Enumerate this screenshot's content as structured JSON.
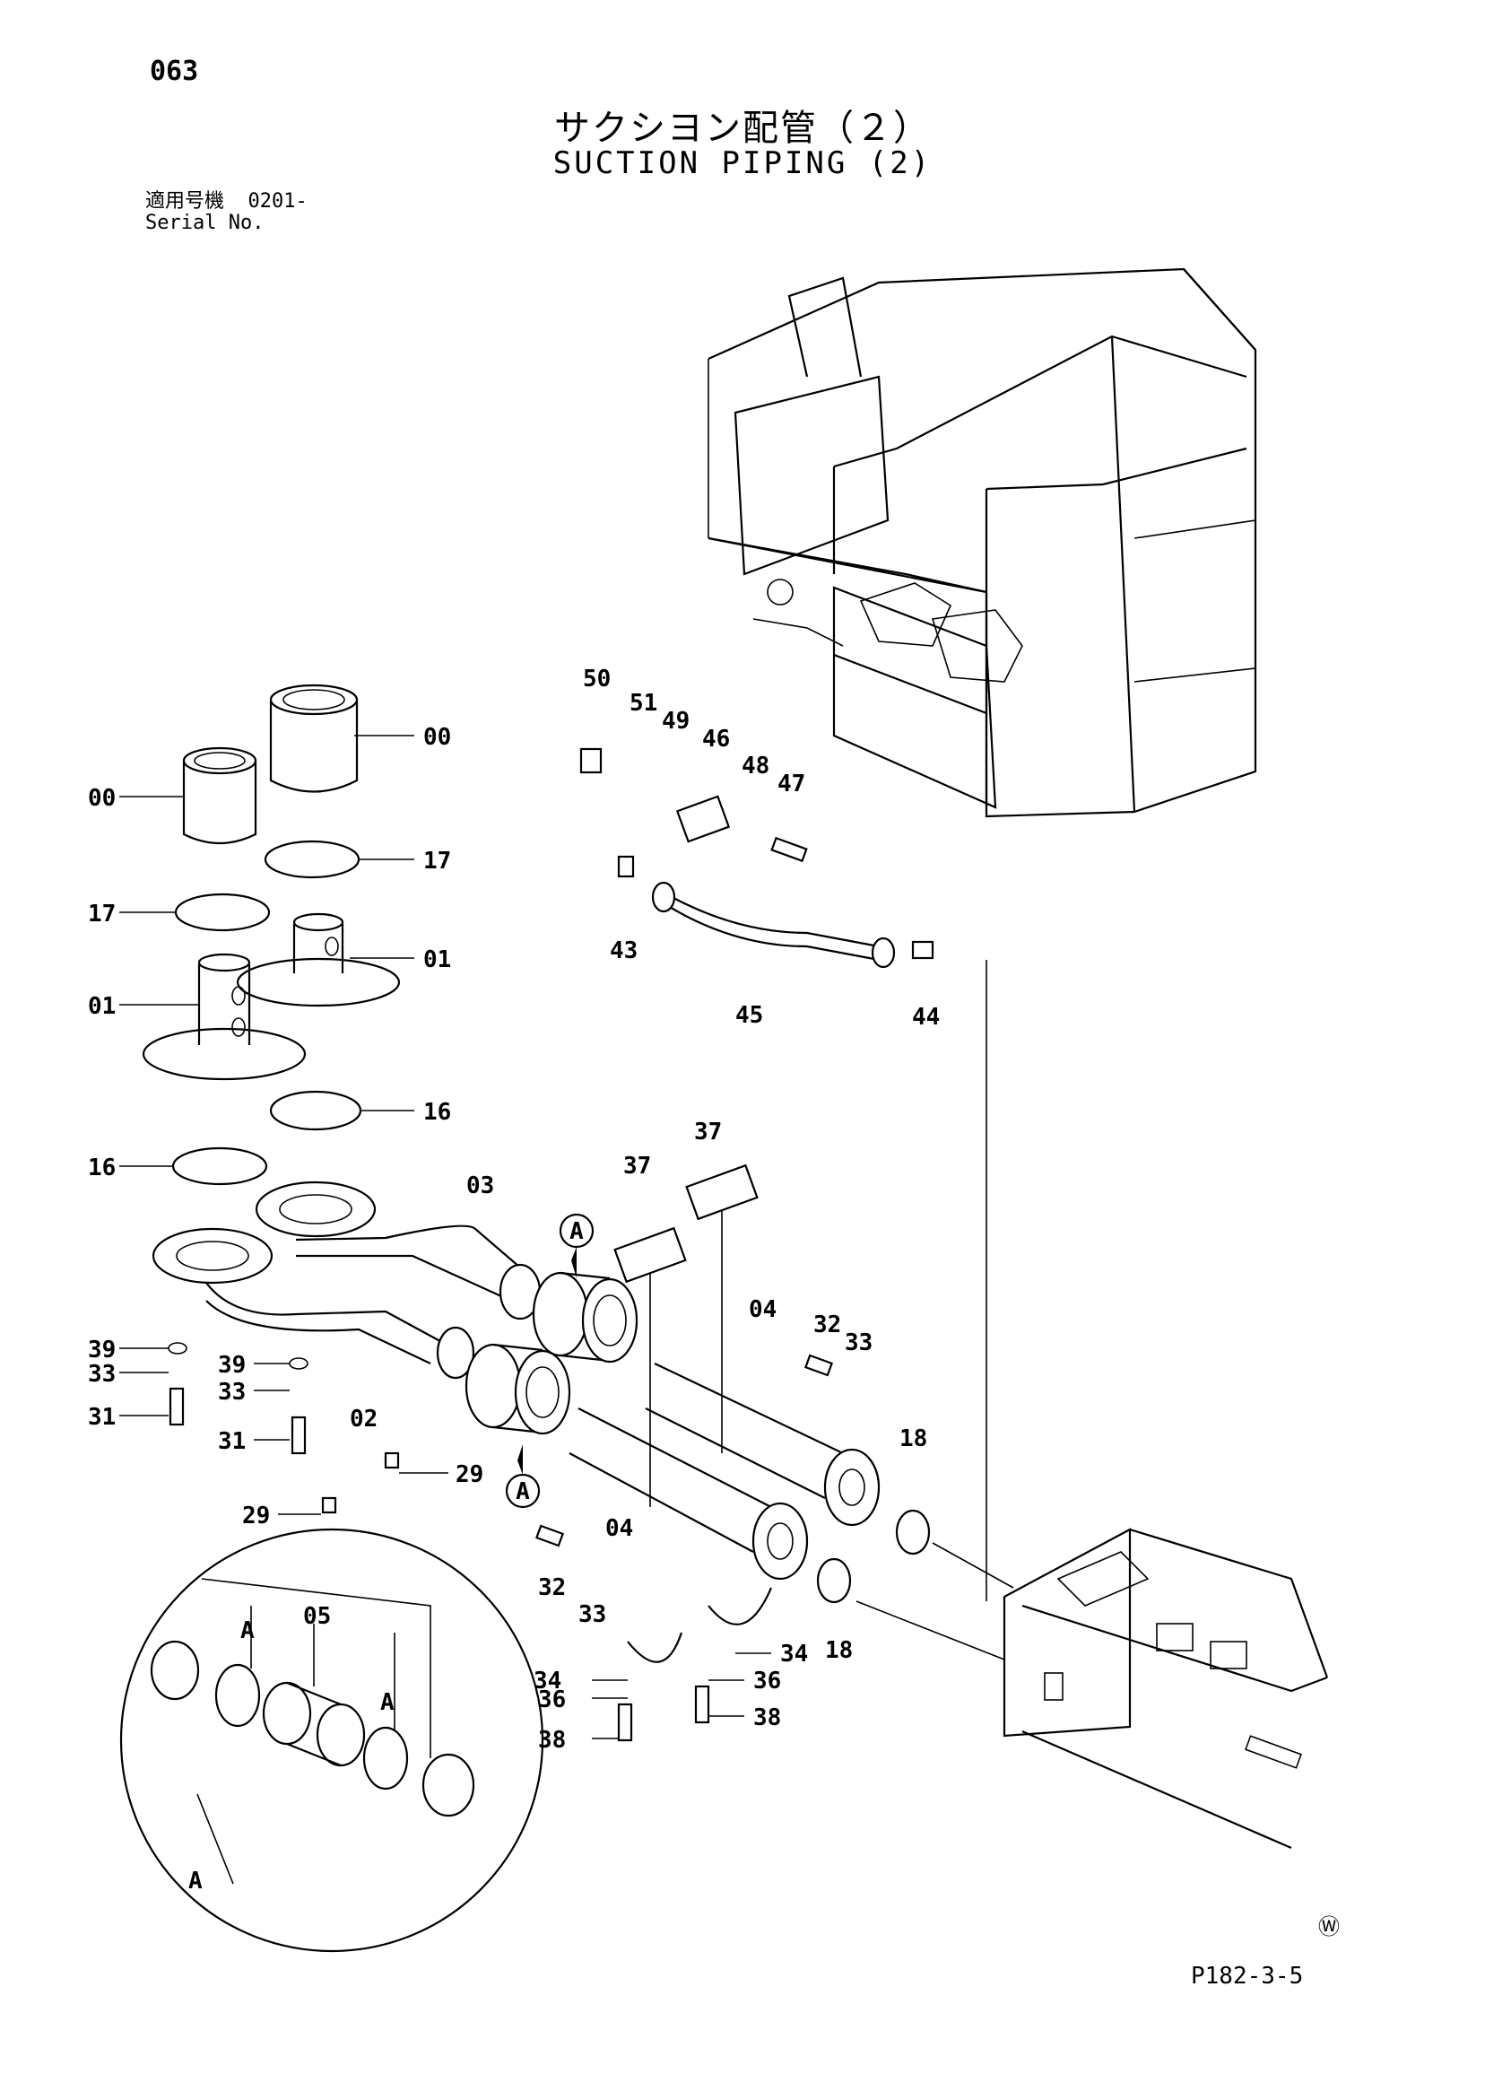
{
  "page_number": "063",
  "title_jp": "サクシヨン配管（２）",
  "title_en": "SUCTION PIPING (2)",
  "serial": {
    "label_jp": "適用号機",
    "value": "0201-",
    "label_en": "Serial No."
  },
  "figure_code": "P182-3-5",
  "corner_mark": "Ⓦ",
  "callouts": {
    "c00a": "00",
    "c00b": "00",
    "c17a": "17",
    "c17b": "17",
    "c01a": "01",
    "c01b": "01",
    "c16a": "16",
    "c16b": "16",
    "c03": "03",
    "c02": "02",
    "c39a": "39",
    "c39b": "39",
    "c33a": "33",
    "c33b": "33",
    "c33c": "33",
    "c33d": "33",
    "c31a": "31",
    "c31b": "31",
    "c29a": "29",
    "c29b": "29",
    "c37a": "37",
    "c37b": "37",
    "c04a": "04",
    "c04b": "04",
    "c32a": "32",
    "c32b": "32",
    "c18a": "18",
    "c18b": "18",
    "c34a": "34",
    "c34b": "34",
    "c36a": "36",
    "c36b": "36",
    "c38a": "38",
    "c38b": "38",
    "c05": "05",
    "c50": "50",
    "c51": "51",
    "c49": "49",
    "c46": "46",
    "c48": "48",
    "c47": "47",
    "c43": "43",
    "c45": "45",
    "c44": "44",
    "detA1": "A",
    "detA2": "A",
    "detA3": "A",
    "refA1": "A",
    "refA2": "A"
  }
}
